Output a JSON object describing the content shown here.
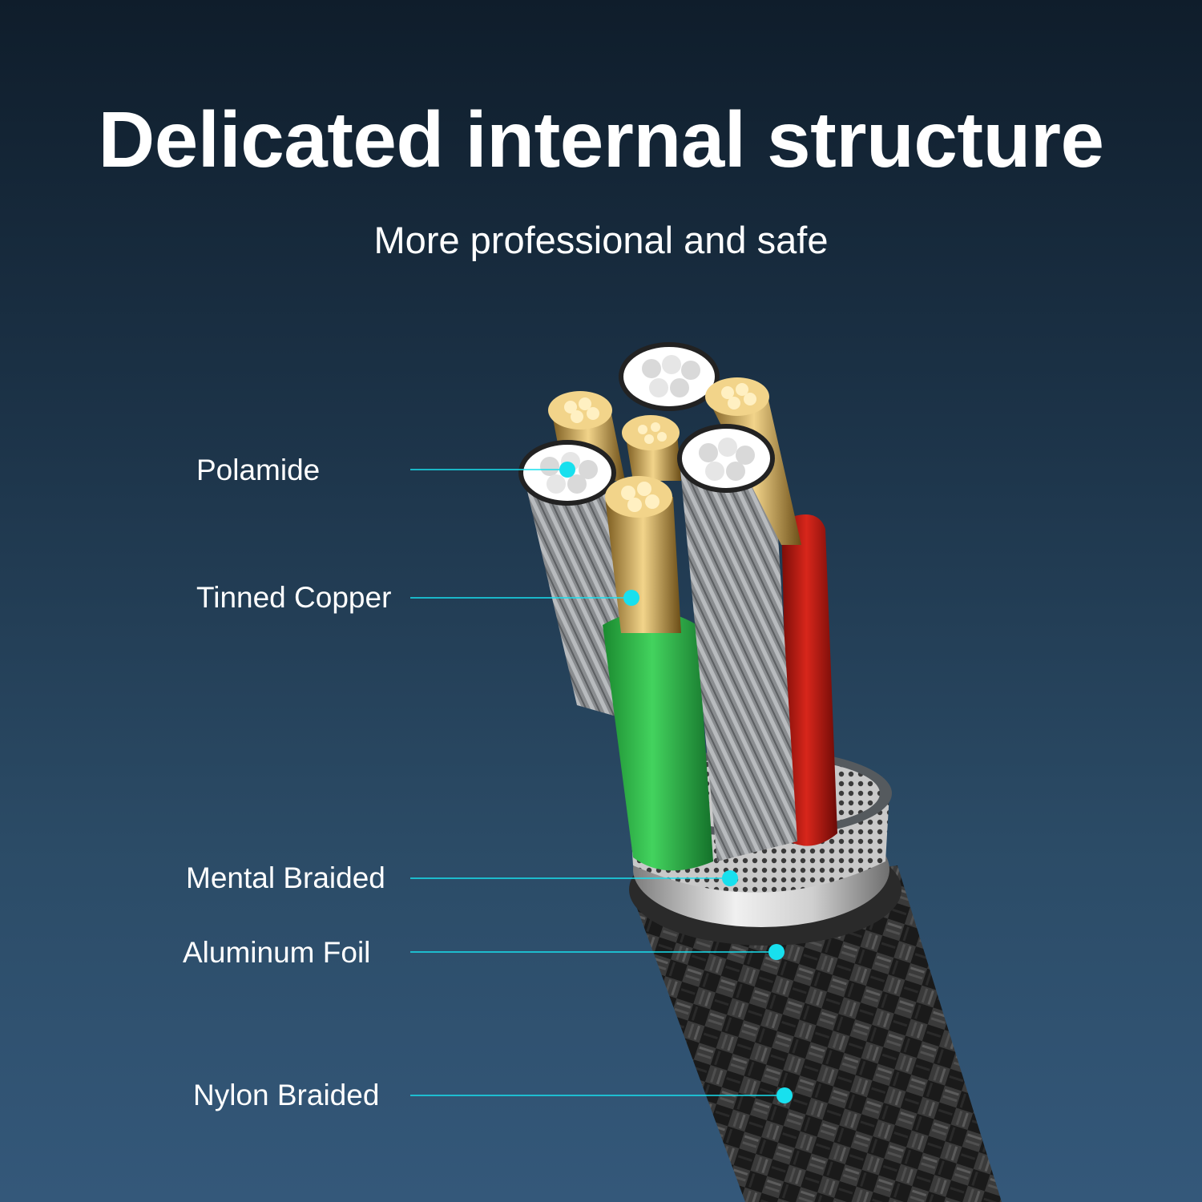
{
  "header": {
    "title": "Delicated internal structure",
    "subtitle": "More professional and safe"
  },
  "callouts": [
    {
      "label": "Polamide"
    },
    {
      "label": "Tinned Copper"
    },
    {
      "label": "Mental Braided"
    },
    {
      "label": "Aluminum Foil"
    },
    {
      "label": "Nylon Braided"
    }
  ],
  "colors": {
    "background_top": "#0f1d2b",
    "background_bottom": "#34587a",
    "callout_accent": "#18e0ee",
    "wire_green": "#2fc24a",
    "wire_red": "#c41a12",
    "copper_gold": "#d9b25e",
    "nylon_braid": "#1e1e1e"
  }
}
